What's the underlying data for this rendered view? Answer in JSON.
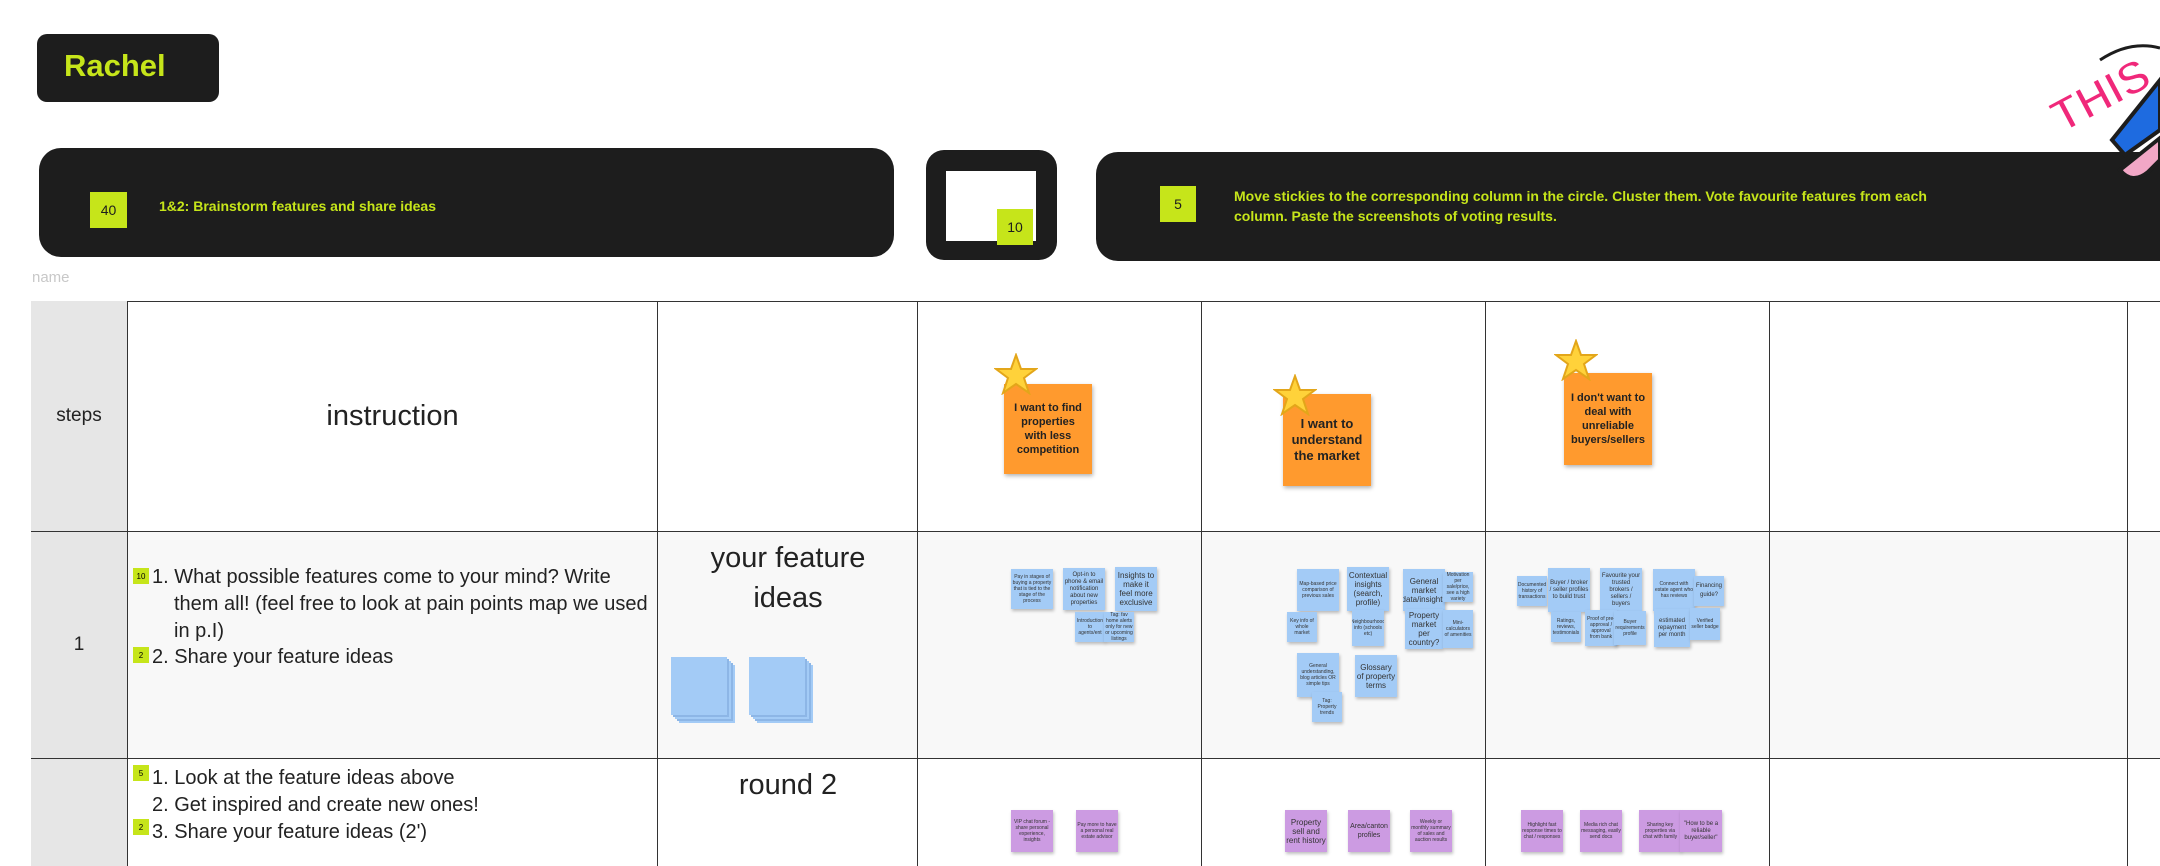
{
  "user": {
    "name": "Rachel"
  },
  "timers": [
    {
      "minutes": "40",
      "label": "1&2: Brainstorm features and share ideas"
    },
    {
      "minutes": "10"
    },
    {
      "minutes": "5",
      "label": "Move stickies to the corresponding column in the circle. Cluster them. Vote favourite features from each column. Paste the screenshots of voting results."
    }
  ],
  "name_placeholder": "name",
  "sticker": {
    "text": "THIS"
  },
  "table": {
    "headers": {
      "steps": "steps",
      "instruction": "instruction"
    },
    "favourites": [
      "I want to find properties with less competition",
      "I want  to understand the market",
      "I don't want to deal with unreliable buyers/sellers"
    ],
    "rows": [
      {
        "step": "1",
        "instructions": [
          {
            "badge": "10",
            "text": "1. What possible features come to your mind? Write them all! (feel free to look at pain points map we used in p.I)"
          },
          {
            "badge": "2",
            "text": "2. Share your feature ideas"
          }
        ],
        "title": "your feature ideas"
      },
      {
        "step": "",
        "instructions": [
          {
            "badge": "5",
            "text": "1. Look at the feature ideas above"
          },
          {
            "badge": "",
            "text": "2. Get inspired and create new ones!"
          },
          {
            "badge": "2",
            "text": "3. Share your feature ideas (2')"
          }
        ],
        "title": "round 2"
      }
    ],
    "col1_stickies": [
      "Pay in stages of buying a property that is tied to the stage of the process",
      "Opt-in to phone & email notification about new properties",
      "Insights to make it feel more exclusive",
      "Introduction to agents/ent",
      "Tag: fav home alerts only for new or upcoming listings"
    ],
    "col2_stickies": [
      "Map-based price comparison of previous sales",
      "Contextual insights (search, profile)",
      "General market data/insights",
      "Motivation per sale/price, see a high variety",
      "Key info of whole market",
      "Neighbourhood info (schools etc)",
      "Property market per country?",
      "Mini-calculators of amenities",
      "General understanding, blog articles OR simple tips",
      "Glossary of property terms",
      "Tag: Property trends"
    ],
    "col3_stickies": [
      "Documented history of transactions",
      "Buyer / broker / seller profiles to build trust",
      "Favourite your trusted brokers / sellers / buyers",
      "Connect with estate agent who has reviews",
      "Financing guide?",
      "Ratings, reviews, testimonials",
      "Proof of pre-approval / approval from bank",
      "Buyer requirements profile",
      "estimated repayment per month",
      "Verified seller badge"
    ],
    "round2_col1": [
      "VIP chat forum - share personal experience, insights",
      "Pay more to have a personal real estate advisor"
    ],
    "round2_col2": [
      "Property sell and rent history",
      "Area/canton profiles",
      "Weekly or monthly summary of sales and auction results"
    ],
    "round2_col3": [
      "Highlight fast response times to chat / responses",
      "Media rich chat messaging, easily send docs",
      "Sharing key properties via chat with family",
      "\"How to be a reliable buyer/seller\""
    ]
  },
  "colors": {
    "dark": "#1d1d1d",
    "lime": "#c6e51a",
    "blue_sticky": "#a3cbf6",
    "purple_sticky": "#cc9be2",
    "orange_sticky": "#ff9a2e"
  }
}
